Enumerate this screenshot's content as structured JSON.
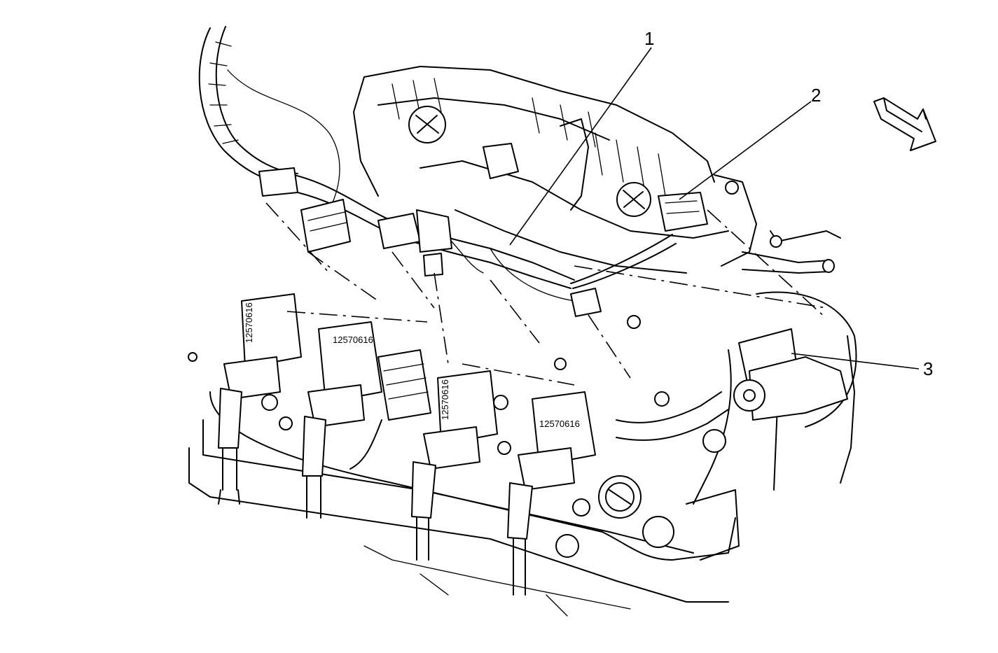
{
  "diagram": {
    "callouts": [
      {
        "id": "1",
        "label": "1"
      },
      {
        "id": "2",
        "label": "2"
      },
      {
        "id": "3",
        "label": "3"
      }
    ],
    "coil_part_numbers": [
      "12570616",
      "12570616",
      "12570616",
      "12570616"
    ],
    "direction_arrow": "arrow-icon",
    "line_color": "#000000",
    "background_color": "#ffffff"
  }
}
